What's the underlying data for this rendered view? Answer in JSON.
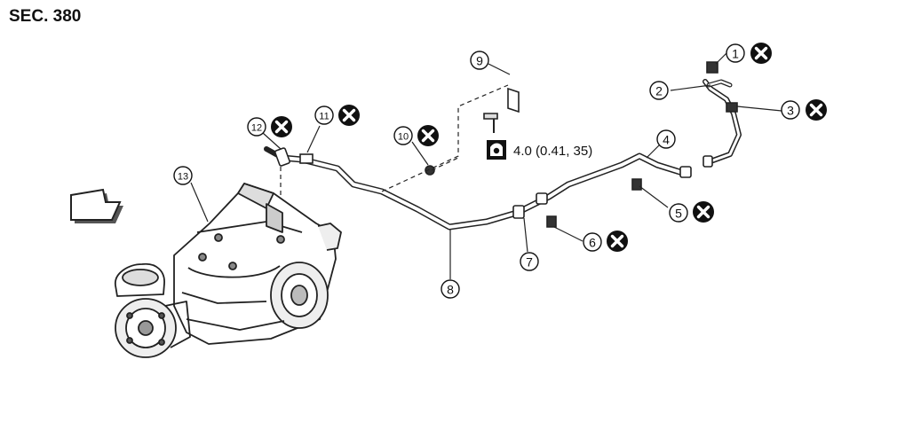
{
  "section_label": "SEC. 380",
  "torque_spec": "4.0 (0.41, 35)",
  "callouts": [
    {
      "id": "1",
      "number": "①",
      "replace_mark": true
    },
    {
      "id": "2",
      "number": "②",
      "replace_mark": false
    },
    {
      "id": "3",
      "number": "③",
      "replace_mark": true
    },
    {
      "id": "4",
      "number": "④",
      "replace_mark": false
    },
    {
      "id": "5",
      "number": "⑤",
      "replace_mark": true
    },
    {
      "id": "6",
      "number": "⑥",
      "replace_mark": true
    },
    {
      "id": "7",
      "number": "⑦",
      "replace_mark": false
    },
    {
      "id": "8",
      "number": "⑧",
      "replace_mark": false
    },
    {
      "id": "9",
      "number": "⑨",
      "replace_mark": false
    },
    {
      "id": "10",
      "number": "⑩",
      "replace_mark": true
    },
    {
      "id": "11",
      "number": "⑪",
      "replace_mark": true
    },
    {
      "id": "12",
      "number": "⑫",
      "replace_mark": true
    },
    {
      "id": "13",
      "number": "⑬",
      "replace_mark": false
    }
  ],
  "icons": {
    "replace_mark": "circled-x-icon",
    "torque": "torque-wrench-icon",
    "direction": "front-direction-arrow-icon"
  }
}
